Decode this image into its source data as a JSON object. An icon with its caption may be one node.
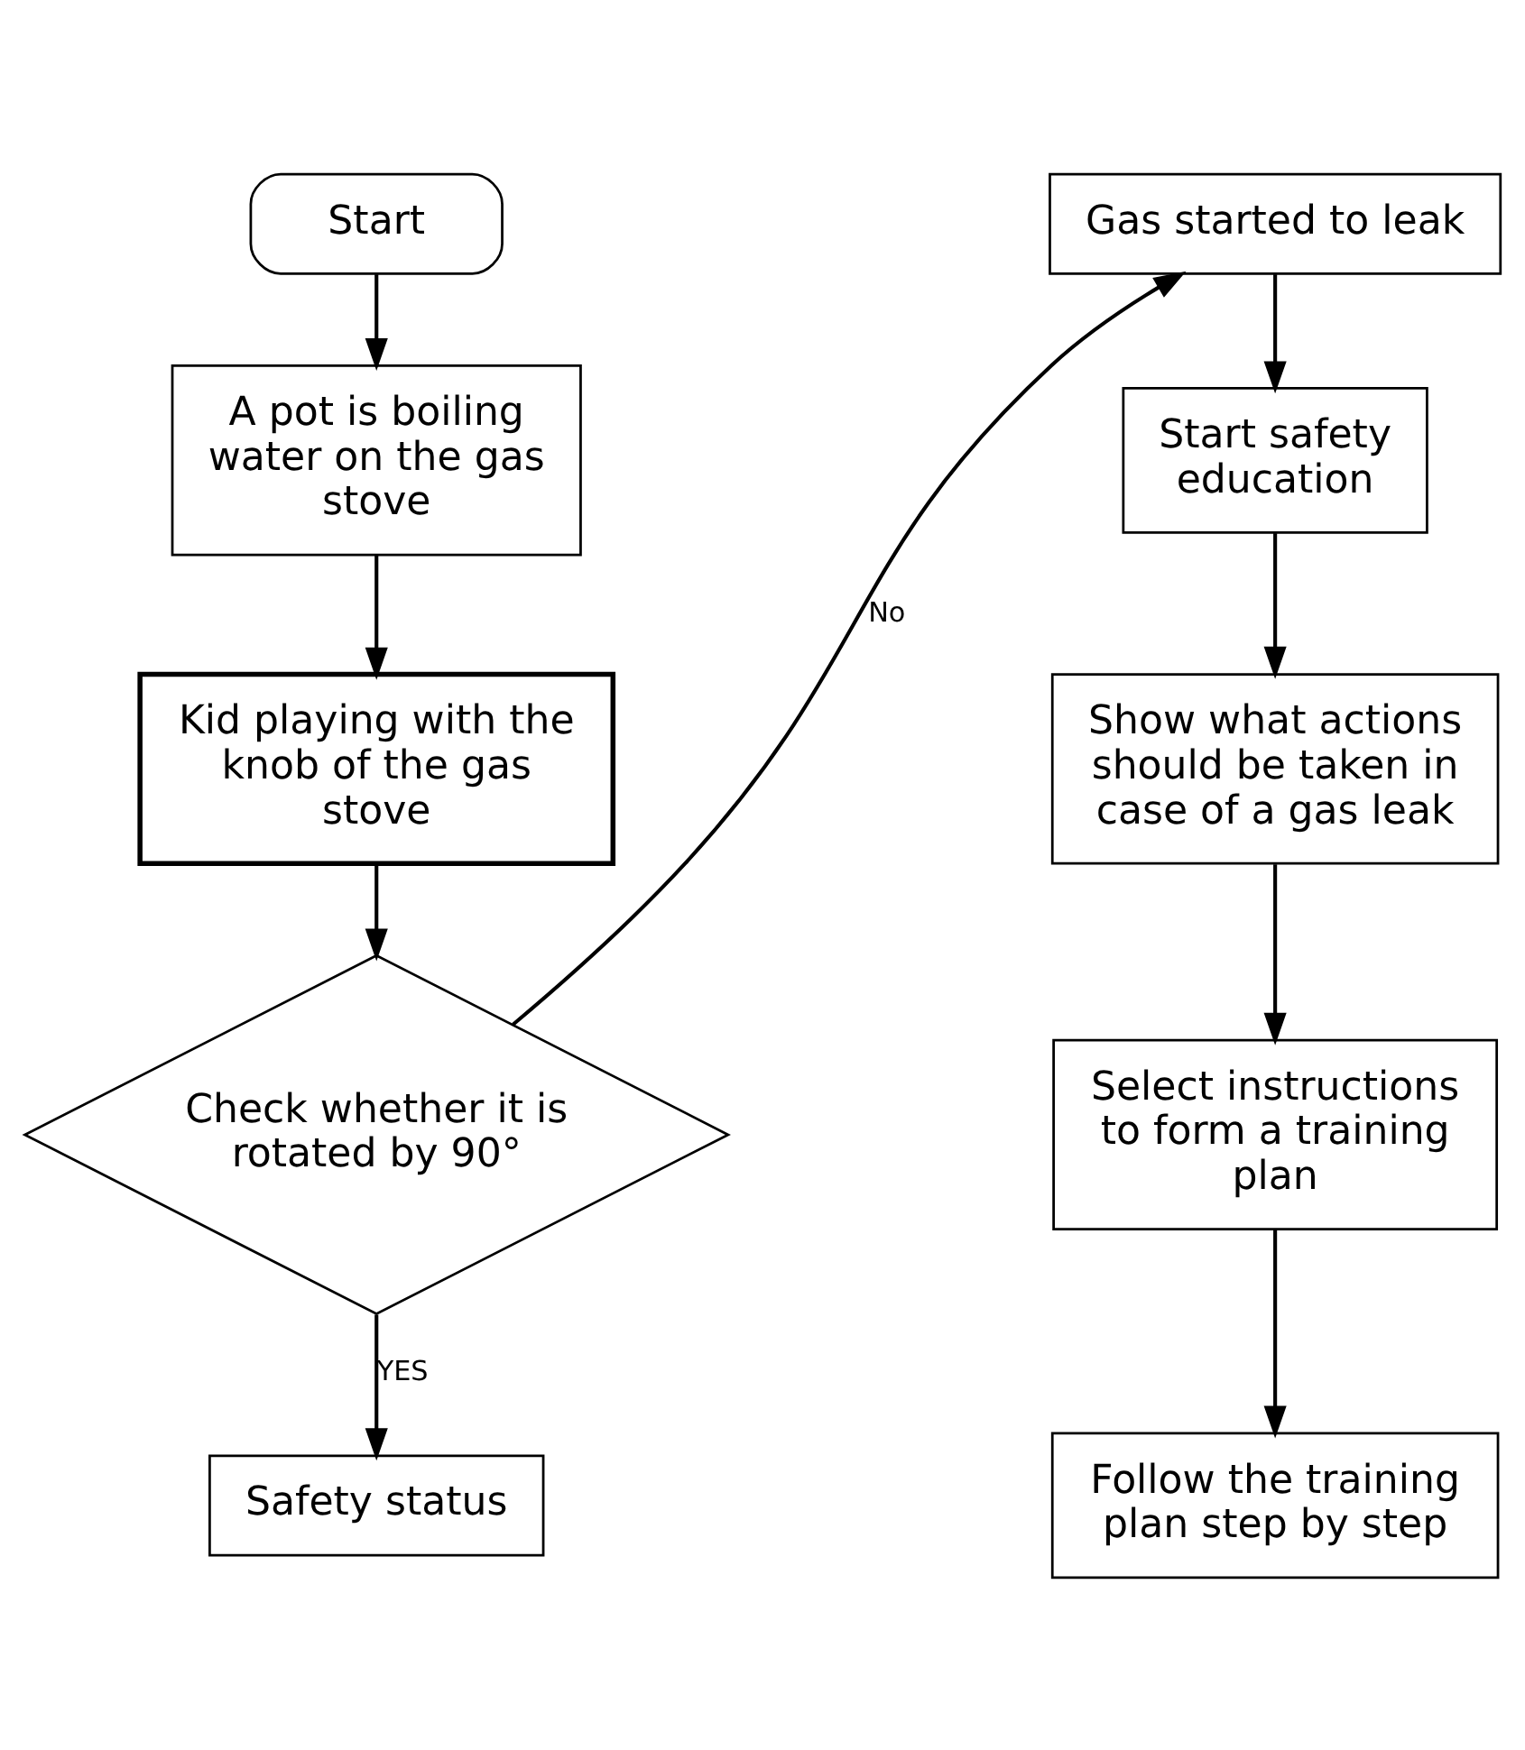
{
  "diagram": {
    "nodes": [
      {
        "text": [
          "Start"
        ]
      },
      {
        "text": [
          "A pot is boiling water on the gas stove"
        ]
      },
      {
        "text": [
          "Kid playing with the knob of the gas stove"
        ]
      },
      {
        "text": [
          "Check whether it is rotated by 90°"
        ]
      },
      {
        "text": [
          "Safety status"
        ]
      },
      {
        "text": [
          "Gas started to leak"
        ]
      },
      {
        "text": [
          "Start safety education"
        ]
      },
      {
        "text": [
          "Show what actions should be taken in case of a gas leak"
        ]
      },
      {
        "text": [
          "Select instructions to form a training plan"
        ]
      },
      {
        "text": [
          "Follow the training plan step by step"
        ]
      }
    ],
    "edges": [
      {
        "from": 0,
        "to": 1,
        "arrow": "to"
      },
      {
        "from": 1,
        "to": 2,
        "arrow": "to"
      },
      {
        "from": 2,
        "to": 3,
        "arrow": "to"
      },
      {
        "from": 3,
        "to": 4,
        "arrow": "to",
        "label": "YES"
      },
      {
        "from": 3,
        "to": 5,
        "arrow": "to",
        "label": "No"
      },
      {
        "from": 5,
        "to": 6,
        "arrow": "to"
      },
      {
        "from": 6,
        "to": 7,
        "arrow": "to"
      },
      {
        "from": 7,
        "to": 8,
        "arrow": "to"
      },
      {
        "from": 8,
        "to": 9,
        "arrow": "to"
      }
    ]
  }
}
